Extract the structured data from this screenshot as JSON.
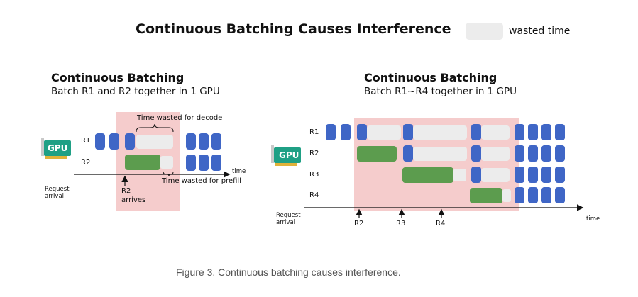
{
  "header": {
    "title": "Continuous Batching Causes Interference",
    "legend_label": "wasted time"
  },
  "left_panel": {
    "title": "Continuous Batching",
    "subtitle": "Batch R1 and R2 together in 1 GPU",
    "gpu_label": "GPU",
    "rows": [
      "R1",
      "R2"
    ],
    "annotation_decode": "Time wasted for decode",
    "annotation_prefill": "Time wasted for prefill",
    "axis_label": "time",
    "request_label_line1": "Request",
    "request_label_line2": "arrival",
    "arrival_label_line1": "R2",
    "arrival_label_line2": "arrives"
  },
  "right_panel": {
    "title": "Continuous Batching",
    "subtitle": "Batch R1~R4 together in 1 GPU",
    "gpu_label": "GPU",
    "rows": [
      "R1",
      "R2",
      "R3",
      "R4"
    ],
    "axis_label": "time",
    "request_label_line1": "Request",
    "request_label_line2": "arrival",
    "arrivals": [
      "R2",
      "R3",
      "R4"
    ]
  },
  "caption": "Figure 3. Continuous batching causes interference.",
  "colors": {
    "decode": "#3f66c6",
    "prefill": "#5c9c4e",
    "wasted": "#ececec",
    "highlight": "#f5cccc"
  }
}
